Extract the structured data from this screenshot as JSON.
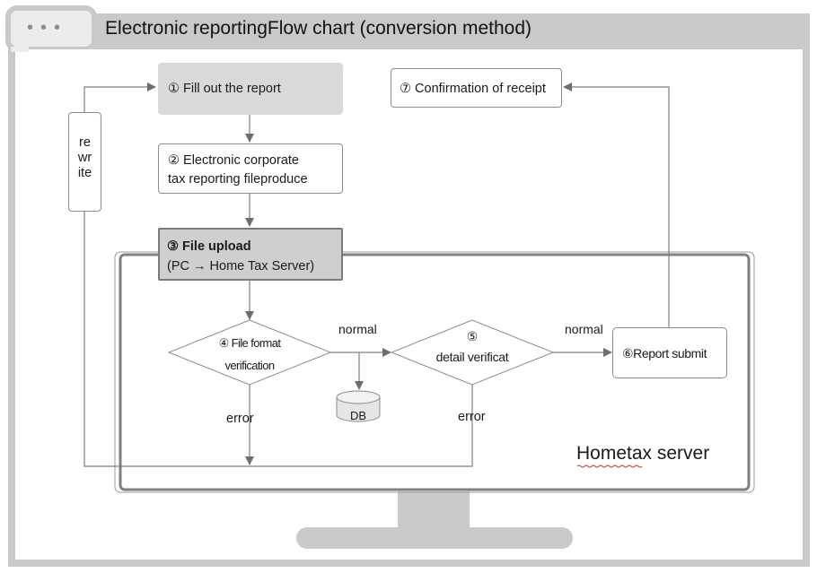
{
  "window": {
    "title": "Electronic reportingFlow chart (conversion method)",
    "tab_dots": [
      "•",
      "•",
      "•"
    ]
  },
  "steps": {
    "s1": "① Fill out the report",
    "s2_line1": "② Electronic corporate",
    "s2_line2": "tax reporting fileproduce",
    "s3_line1": "③ File upload",
    "s3_line2": "(PC → Home Tax Server)",
    "s4_line1": "④ File format",
    "s4_line2": "verification",
    "s5_line1": "⑤",
    "s5_line2": "detail verificat",
    "s6": "⑥Report submit",
    "s7": "⑦ Confirmation of receipt"
  },
  "side": {
    "rewrite": [
      "re",
      "wr",
      "ite"
    ]
  },
  "labels": {
    "normal_1": "normal",
    "normal_2": "normal",
    "error_1": "error",
    "error_2": "error",
    "db": "DB",
    "server": "Hometax server"
  }
}
